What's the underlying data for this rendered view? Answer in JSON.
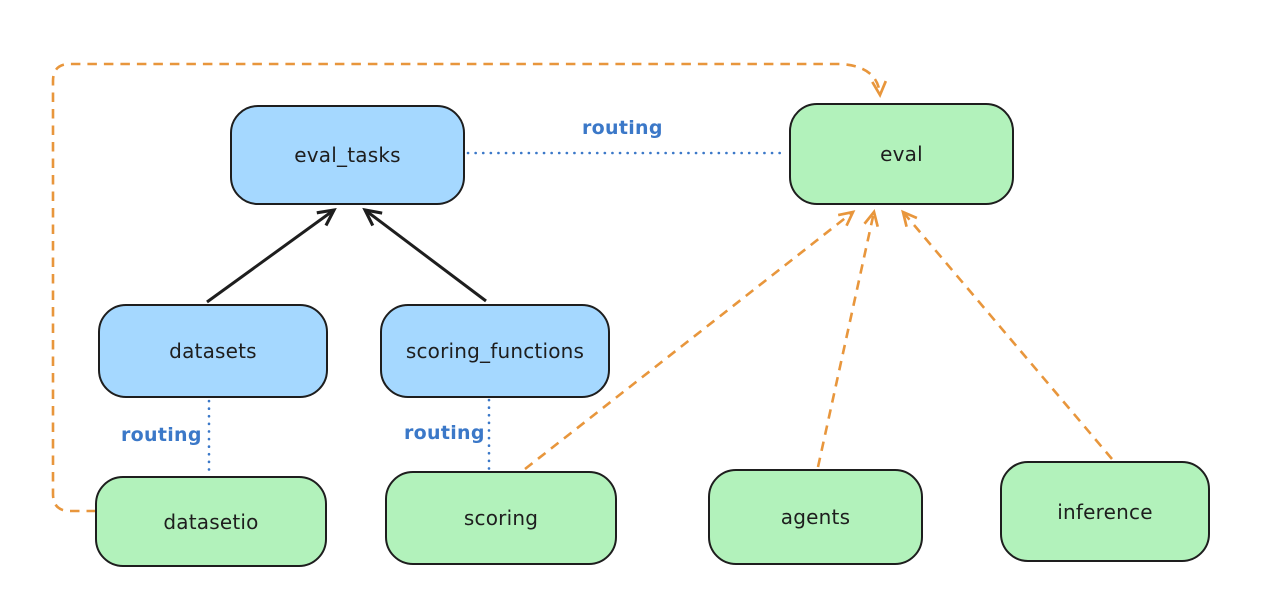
{
  "colors": {
    "node_blue_fill": "#a5d8ff",
    "node_green_fill": "#b2f2bb",
    "node_border": "#1e1e1e",
    "arrow_black": "#1e1e1e",
    "arrow_orange": "#e8963c",
    "routing_blue": "#3b78c8",
    "background": "#ffffff"
  },
  "nodes": {
    "eval_tasks": {
      "label": "eval_tasks",
      "color": "blue"
    },
    "eval": {
      "label": "eval",
      "color": "green"
    },
    "datasets": {
      "label": "datasets",
      "color": "blue"
    },
    "scoring_functions": {
      "label": "scoring_functions",
      "color": "blue"
    },
    "datasetio": {
      "label": "datasetio",
      "color": "green"
    },
    "scoring": {
      "label": "scoring",
      "color": "green"
    },
    "agents": {
      "label": "agents",
      "color": "green"
    },
    "inference": {
      "label": "inference",
      "color": "green"
    }
  },
  "edge_labels": {
    "routing_top": "routing",
    "routing_datasets": "routing",
    "routing_scoring": "routing"
  },
  "edges": [
    {
      "from": "datasets",
      "to": "eval_tasks",
      "style": "solid",
      "color": "black",
      "arrow": true
    },
    {
      "from": "scoring_functions",
      "to": "eval_tasks",
      "style": "solid",
      "color": "black",
      "arrow": true
    },
    {
      "from": "eval_tasks",
      "to": "eval",
      "style": "dotted",
      "color": "blue",
      "arrow": false,
      "label": "routing"
    },
    {
      "from": "datasets",
      "to": "datasetio",
      "style": "dotted",
      "color": "blue",
      "arrow": false,
      "label": "routing"
    },
    {
      "from": "scoring_functions",
      "to": "scoring",
      "style": "dotted",
      "color": "blue",
      "arrow": false,
      "label": "routing"
    },
    {
      "from": "datasetio",
      "to": "eval",
      "style": "dashed",
      "color": "orange",
      "arrow": true
    },
    {
      "from": "scoring",
      "to": "eval",
      "style": "dashed",
      "color": "orange",
      "arrow": true
    },
    {
      "from": "agents",
      "to": "eval",
      "style": "dashed",
      "color": "orange",
      "arrow": true
    },
    {
      "from": "inference",
      "to": "eval",
      "style": "dashed",
      "color": "orange",
      "arrow": true
    }
  ]
}
